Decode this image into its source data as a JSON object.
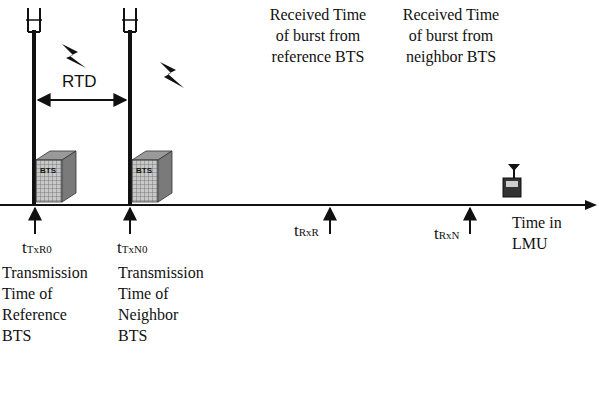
{
  "diagram": {
    "labels": [
      "Received Time of burst from reference BTS",
      "Received Time of burst from neighbor BTS",
      "RTD",
      "BTS",
      "BTS",
      "tTxR0",
      "tTxN0",
      "tRxR",
      "tRxN",
      "Time in LMU",
      "Transmission Time of Reference BTS",
      "Transmission Time of Neighbor BTS"
    ]
  }
}
